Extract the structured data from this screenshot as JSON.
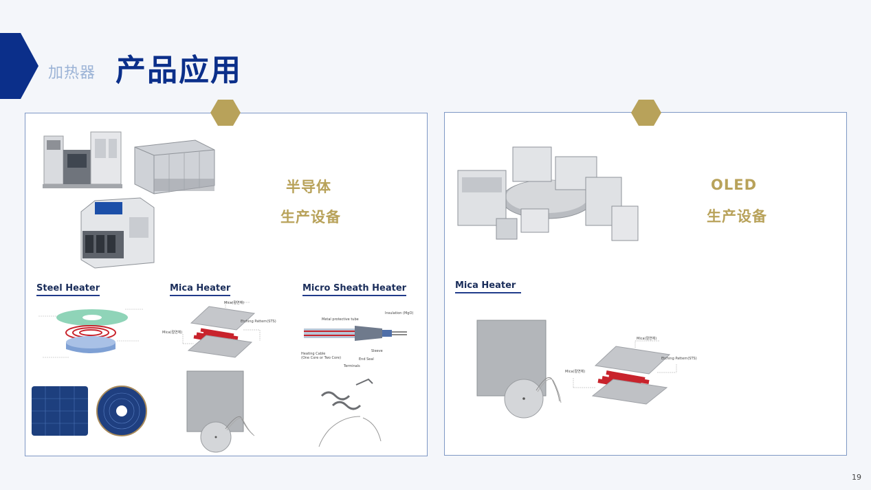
{
  "header": {
    "subtitle": "加热器",
    "title": "产品应用"
  },
  "colors": {
    "navy": "#0b2f8a",
    "gold": "#b8a25a",
    "heater_red": "#c8232c",
    "panel_border": "#7d97c4"
  },
  "left_panel": {
    "application": [
      "半导体",
      "生产设备"
    ],
    "sections": [
      {
        "heading": "Steel Heater",
        "image": "steel-heater-diagram-icon"
      },
      {
        "heading": "Mica Heater",
        "image": "mica-heater-diagram-icon"
      },
      {
        "heading": "Micro Sheath Heater",
        "image": "sheath-heater-diagram-icon"
      }
    ]
  },
  "right_panel": {
    "application": [
      "OLED",
      "生产设备"
    ],
    "sections": [
      {
        "heading": "Mica Heater",
        "image": "mica-heater-diagram-icon"
      }
    ]
  },
  "diagram_labels": {
    "mica_top": "Mica(절연체)",
    "mica_left": "Mica(절연체)",
    "etching": "Etching Pattern(STS)",
    "sheath_tube": "Metal protective tube",
    "sheath_insulation": "Insulation (MgO)",
    "sheath_cable": "Heating Cable",
    "sheath_cable_sub": "(One Core or Two Core)",
    "sheath_sleeve": "Sleeve",
    "sheath_endseal": "End Seal",
    "sheath_terminals": "Terminals"
  },
  "page_number": "19"
}
